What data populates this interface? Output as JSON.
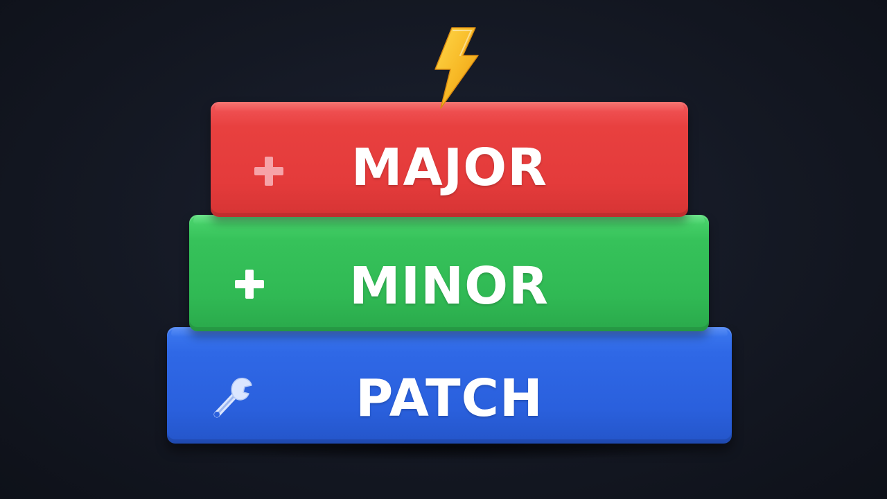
{
  "layers": [
    {
      "id": "major",
      "label": "MAJOR",
      "icon": "plus-icon",
      "color": "#e43b3b",
      "icon_color": "#f6a3a8"
    },
    {
      "id": "minor",
      "label": "MINOR",
      "icon": "plus-icon",
      "color": "#30b954",
      "icon_color": "#ffffff"
    },
    {
      "id": "patch",
      "label": "PATCH",
      "icon": "wrench-icon",
      "color": "#2a60dd",
      "icon_color": "#dbe6ff"
    }
  ],
  "top_icon": {
    "name": "lightning-bolt-icon",
    "color": "#f7b825"
  },
  "background_color": "#141823"
}
